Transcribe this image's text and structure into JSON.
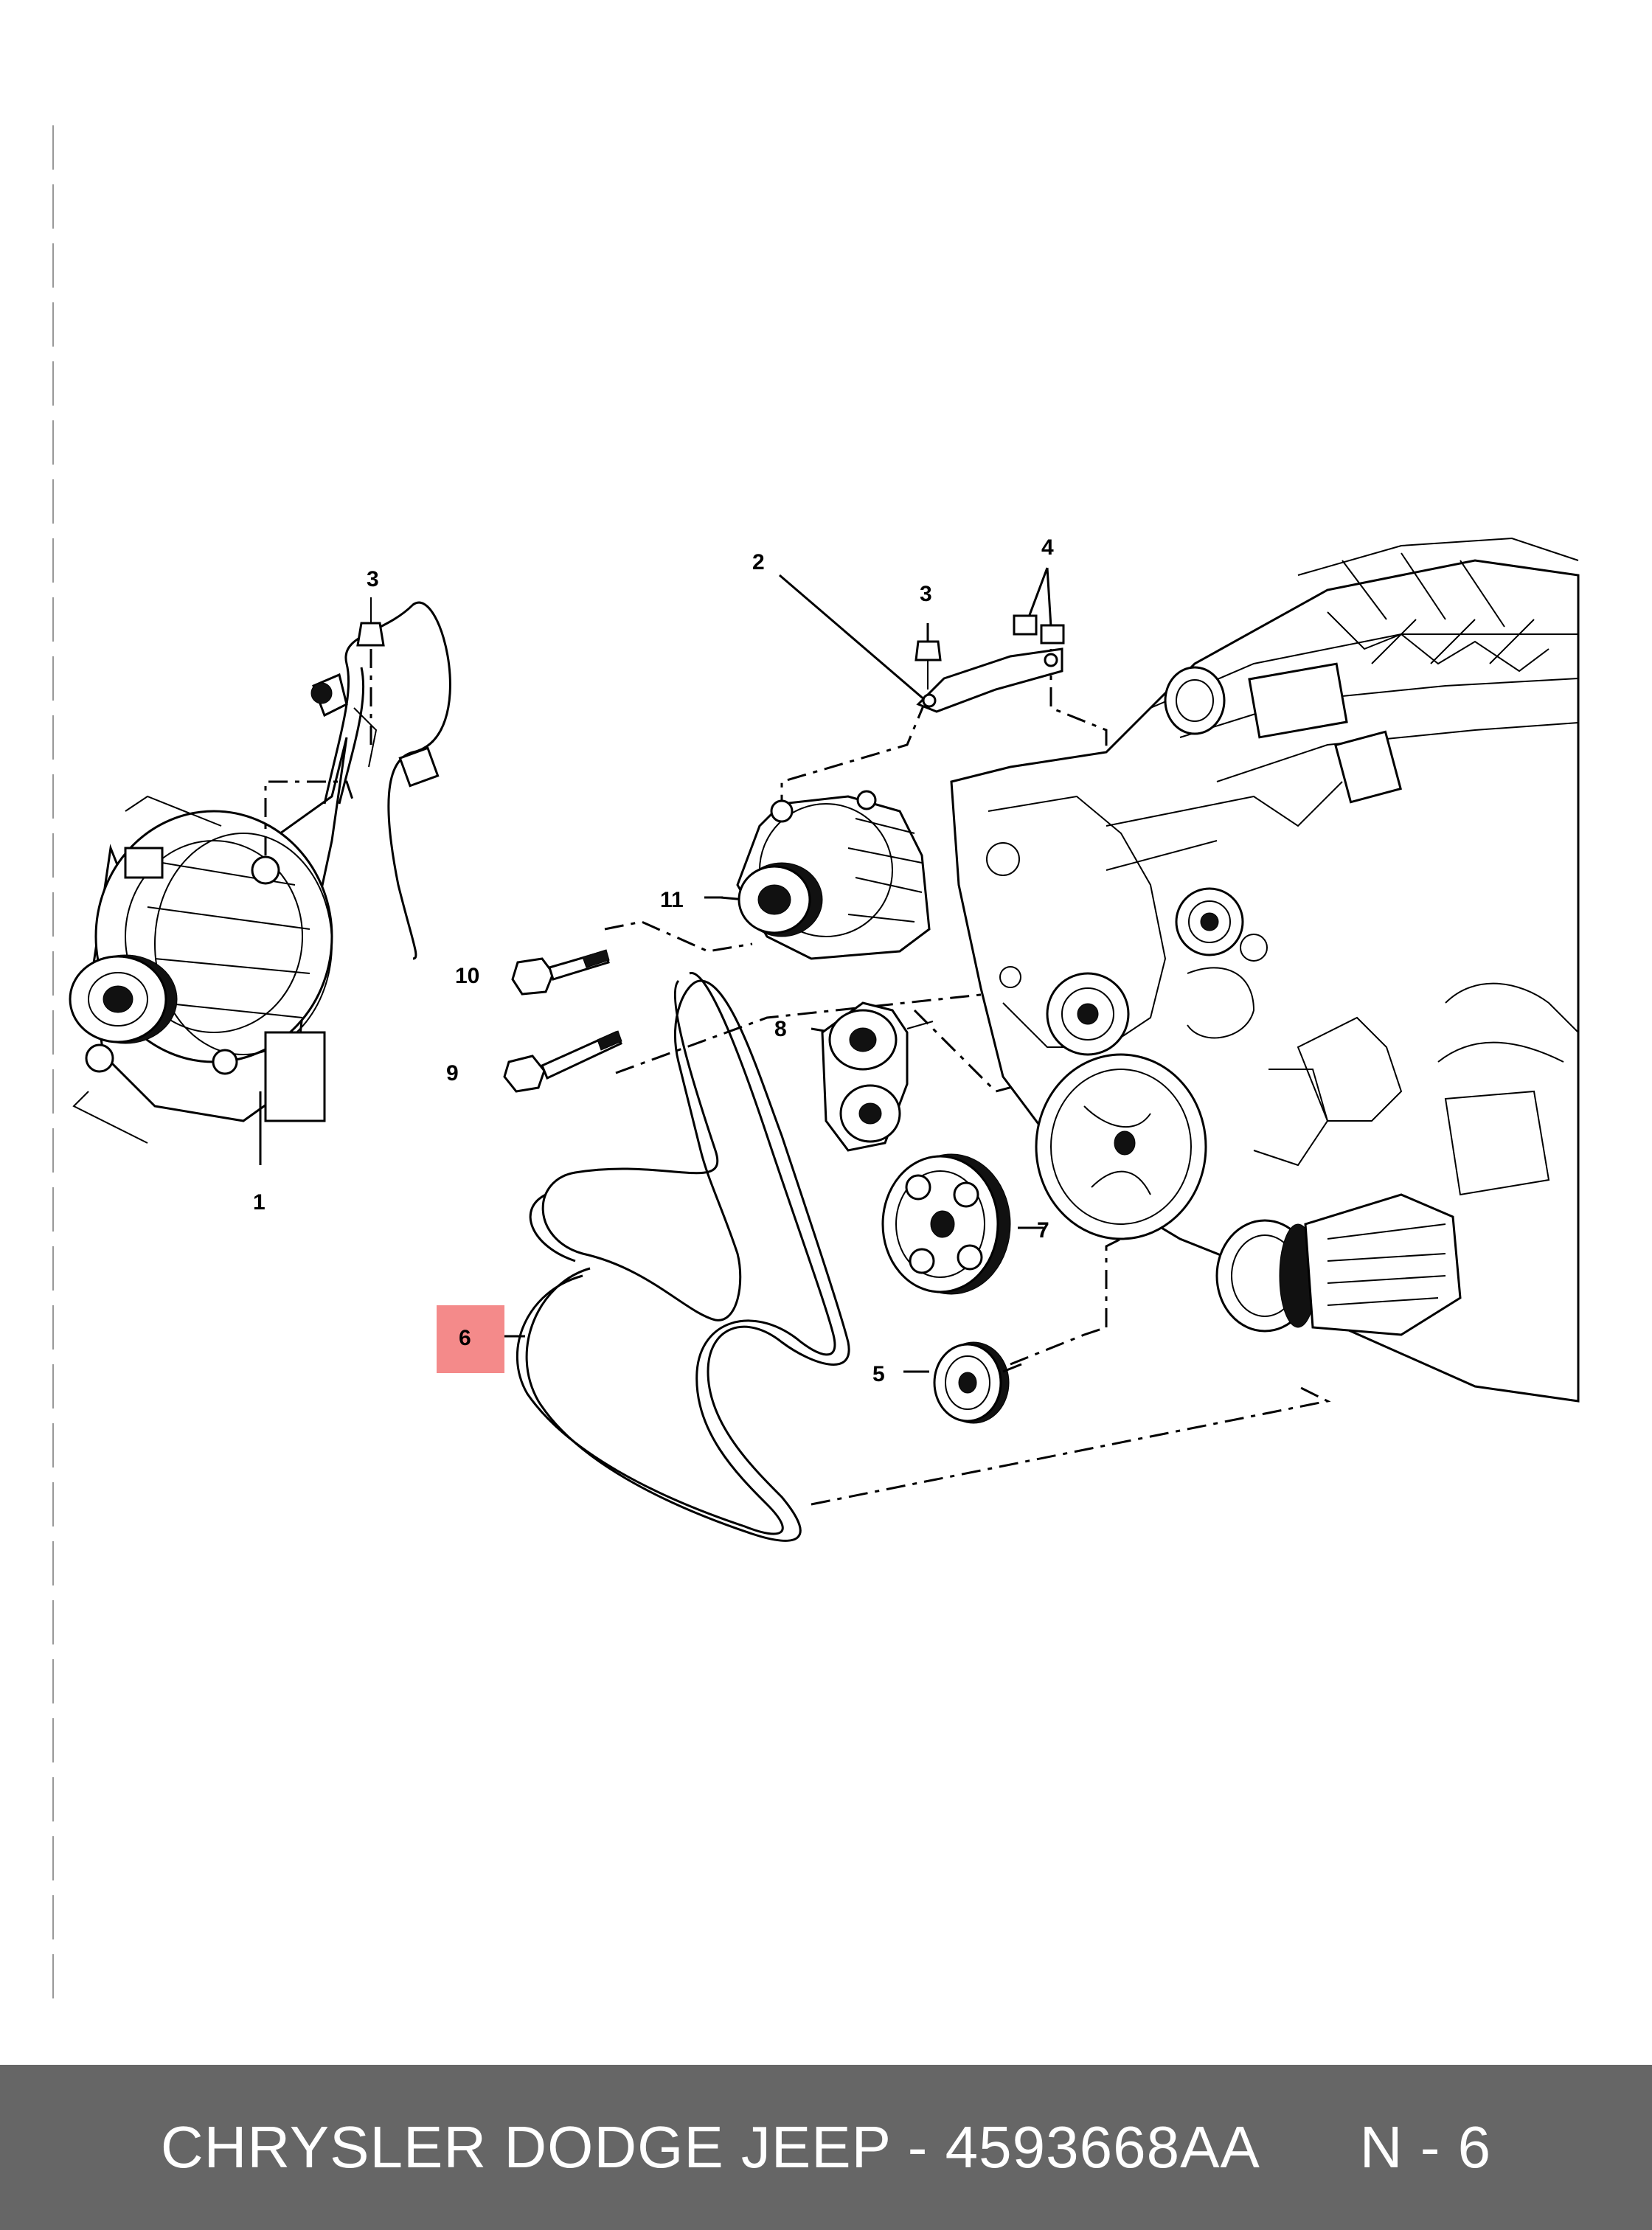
{
  "callouts": {
    "c1": "1",
    "c2": "2",
    "c3a": "3",
    "c3b": "3",
    "c4": "4",
    "c5": "5",
    "c6": "6",
    "c7": "7",
    "c8": "8",
    "c9": "9",
    "c10": "10",
    "c11": "11"
  },
  "highlight_color": "#f48a8a",
  "footer": {
    "title": "CHRYSLER DODGE JEEP - 4593668AA",
    "page": "N - 6"
  },
  "footer_color": "#666666"
}
